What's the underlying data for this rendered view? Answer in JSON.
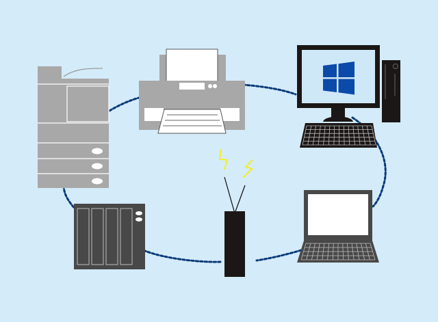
{
  "background": "#d4ebf9",
  "colors": {
    "ring": "#0a3a78",
    "device_gray": "#a8a8a8",
    "device_dark": "#484848",
    "black": "#1b1716",
    "windows_blue": "#0b4aa8",
    "screen_light": "#cfe8f8",
    "signal_yellow": "#f4ee22",
    "white": "#ffffff"
  },
  "devices": [
    {
      "name": "multifunction-copier",
      "icon": "copier-icon"
    },
    {
      "name": "printer",
      "icon": "printer-icon"
    },
    {
      "name": "desktop-pc",
      "icon": "windows-desktop-icon"
    },
    {
      "name": "laptop",
      "icon": "laptop-icon"
    },
    {
      "name": "wireless-router",
      "icon": "router-icon"
    },
    {
      "name": "nas-storage",
      "icon": "nas-icon"
    }
  ]
}
